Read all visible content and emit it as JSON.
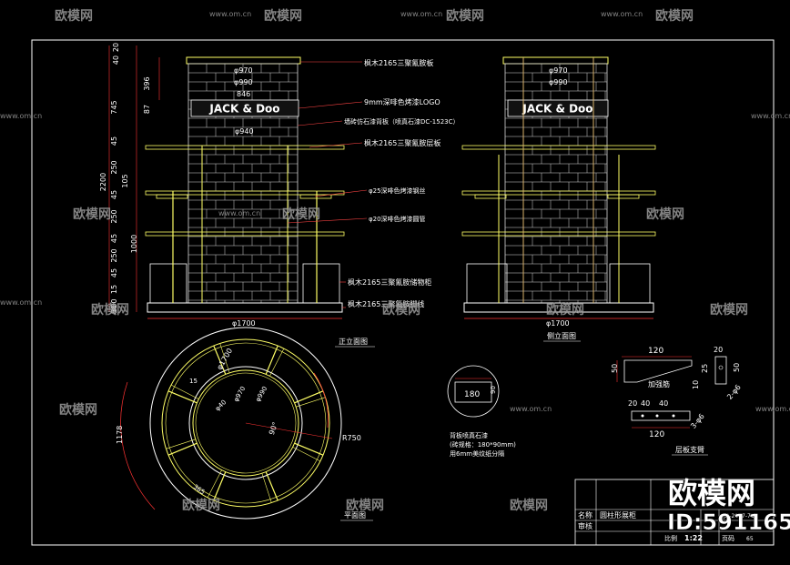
{
  "colors": {
    "background": "#000000",
    "frame": "#ffffff",
    "dimension": "#ff3333",
    "wood": "#ffff66",
    "gold": "#d9b26a",
    "brick": "#d8d8d8",
    "leader": "#ff4444",
    "text": "#ffffff",
    "watermark": "#9a9a9a"
  },
  "watermark": {
    "brand": "欧模网",
    "url": "www.om.cn",
    "big_brand": "欧模网",
    "id_text": "ID:591165"
  },
  "front_view": {
    "title": "正立面图",
    "labels": {
      "top_board": "枫木2165三聚氰胺板",
      "logo": "9mm深啡色烤漆LOGO",
      "wall_board": "墙砖仿石漆背板（喷真石漆DC-1523C）",
      "shelf": "枫木2165三聚氰胺层板",
      "side_bar": "φ25深啡色烤漆钢丝",
      "round_tube": "φ20深啡色烤漆圆管",
      "storage": "枫木2165三聚氰胺储物柜",
      "base": "枫木2165三聚氰胺脚线"
    },
    "dims": {
      "d970": "φ970",
      "d990": "φ990",
      "w846": "846",
      "d940": "φ940",
      "base_width": "φ1700"
    },
    "brand_logo": "JACK & Doo",
    "vertical_dims": [
      "20",
      "40",
      "745",
      "396",
      "87",
      "45",
      "250",
      "105",
      "45",
      "250",
      "45",
      "250",
      "45",
      "15",
      "300",
      "80",
      "2200",
      "1000"
    ]
  },
  "side_view": {
    "title": "侧立面图",
    "dims": {
      "d970": "φ970",
      "d990": "φ990",
      "base_width": "φ1700"
    },
    "brand_logo": "JACK & Doo"
  },
  "plan_view": {
    "title": "平面图",
    "dims": {
      "d1700": "φ1700",
      "d970": "φ970",
      "d990": "φ990",
      "d40": "φ40",
      "r750": "R750",
      "angle": "90°",
      "left_arc": "1178",
      "bottom_arc": "365",
      "inner_small": "15"
    }
  },
  "stone_detail": {
    "dims": {
      "w": "180",
      "h": "90"
    },
    "notes": [
      "背板喷真石漆",
      "(砖规格：180*90mm)",
      "用6mm美纹纸分隔"
    ]
  },
  "bracket_detail": {
    "title": "层板支臂",
    "label": "加强筋",
    "dims": {
      "top_width": "120",
      "left_h": "50",
      "side_top": "20",
      "side_25": "25",
      "side_10": "10",
      "side_50": "50",
      "side_diag": "2-φ6",
      "b20": "20",
      "b40": "40",
      "b40b": "40",
      "b120": "120",
      "b_diag": "3-φ6"
    }
  },
  "title_block": {
    "label_name": "名称",
    "value_name": "圆柱形展柜",
    "label_review": "审核",
    "label_scale": "比例",
    "value_scale": "1:22",
    "label_page": "页码",
    "value_page": "65",
    "code": "JD-2017-78"
  }
}
